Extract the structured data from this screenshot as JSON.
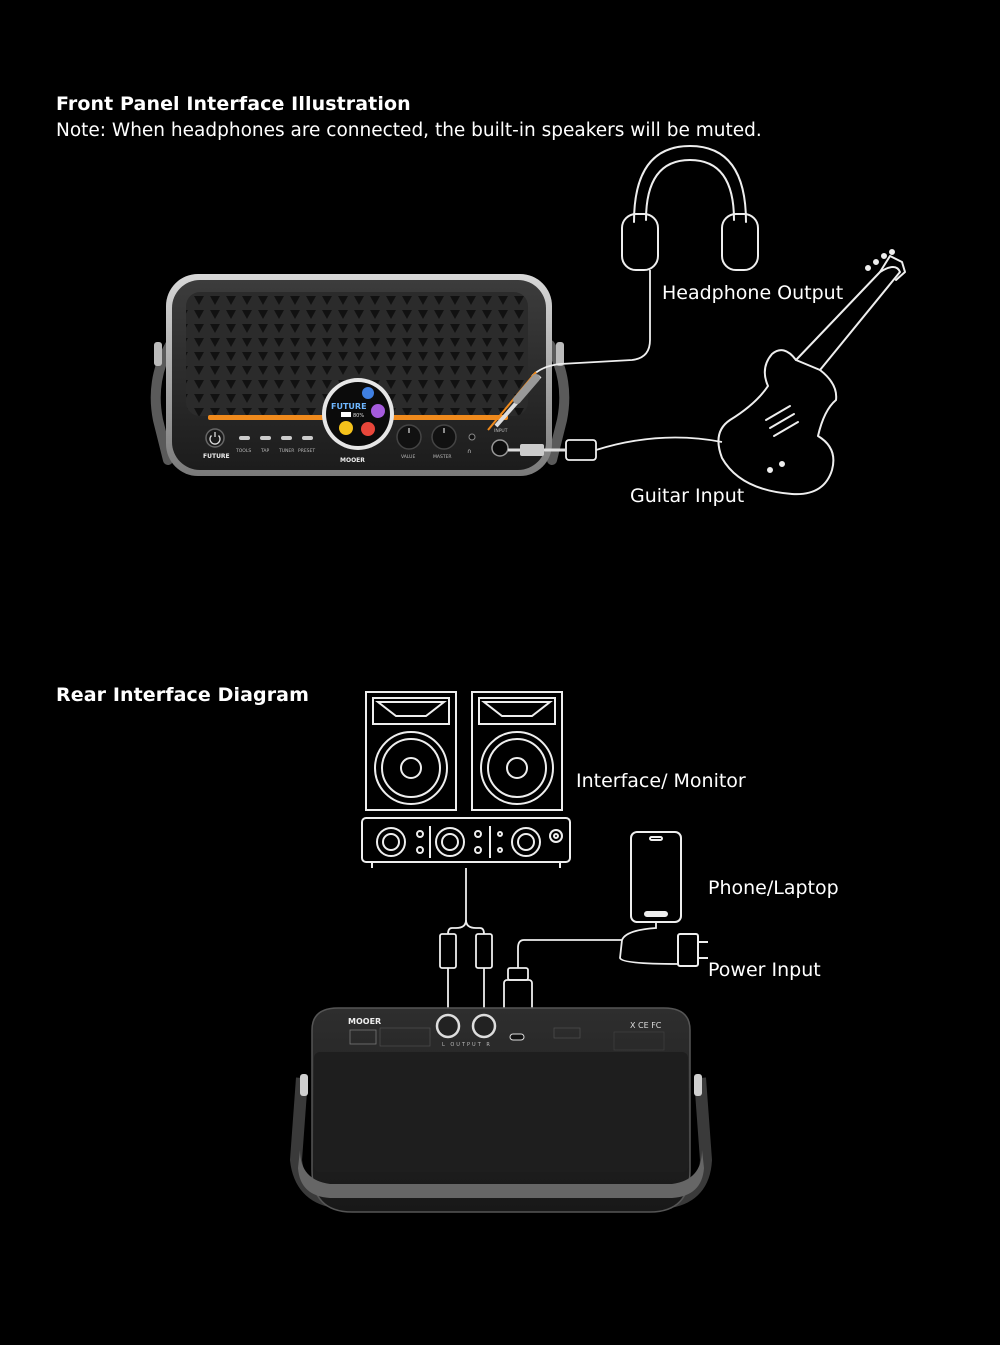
{
  "front": {
    "title": "Front Panel Interface Illustration",
    "note": "Note: When headphones are connected, the built-in speakers will be muted.",
    "headphone_label": "Headphone Output",
    "guitar_label": "Guitar Input",
    "amp": {
      "brand": "MOOER",
      "model": "FUTURE",
      "model_sub": "FUTURE",
      "screen_logo": "FUTURE",
      "battery": "80%",
      "buttons": [
        "TOOLS",
        "TAP",
        "TUNER",
        "PRESET"
      ],
      "knobs": [
        "VALUE",
        "MASTER"
      ],
      "input_label": "INPUT",
      "accent_color": "#f08a1c"
    }
  },
  "rear": {
    "title": "Rear Interface Diagram",
    "monitor_label": "Interface/ Monitor",
    "phone_label": "Phone/Laptop",
    "power_label": "Power Input",
    "amp": {
      "brand": "MOOER",
      "output_label": "L OUTPUT R",
      "certifications": "X CE FC"
    }
  }
}
